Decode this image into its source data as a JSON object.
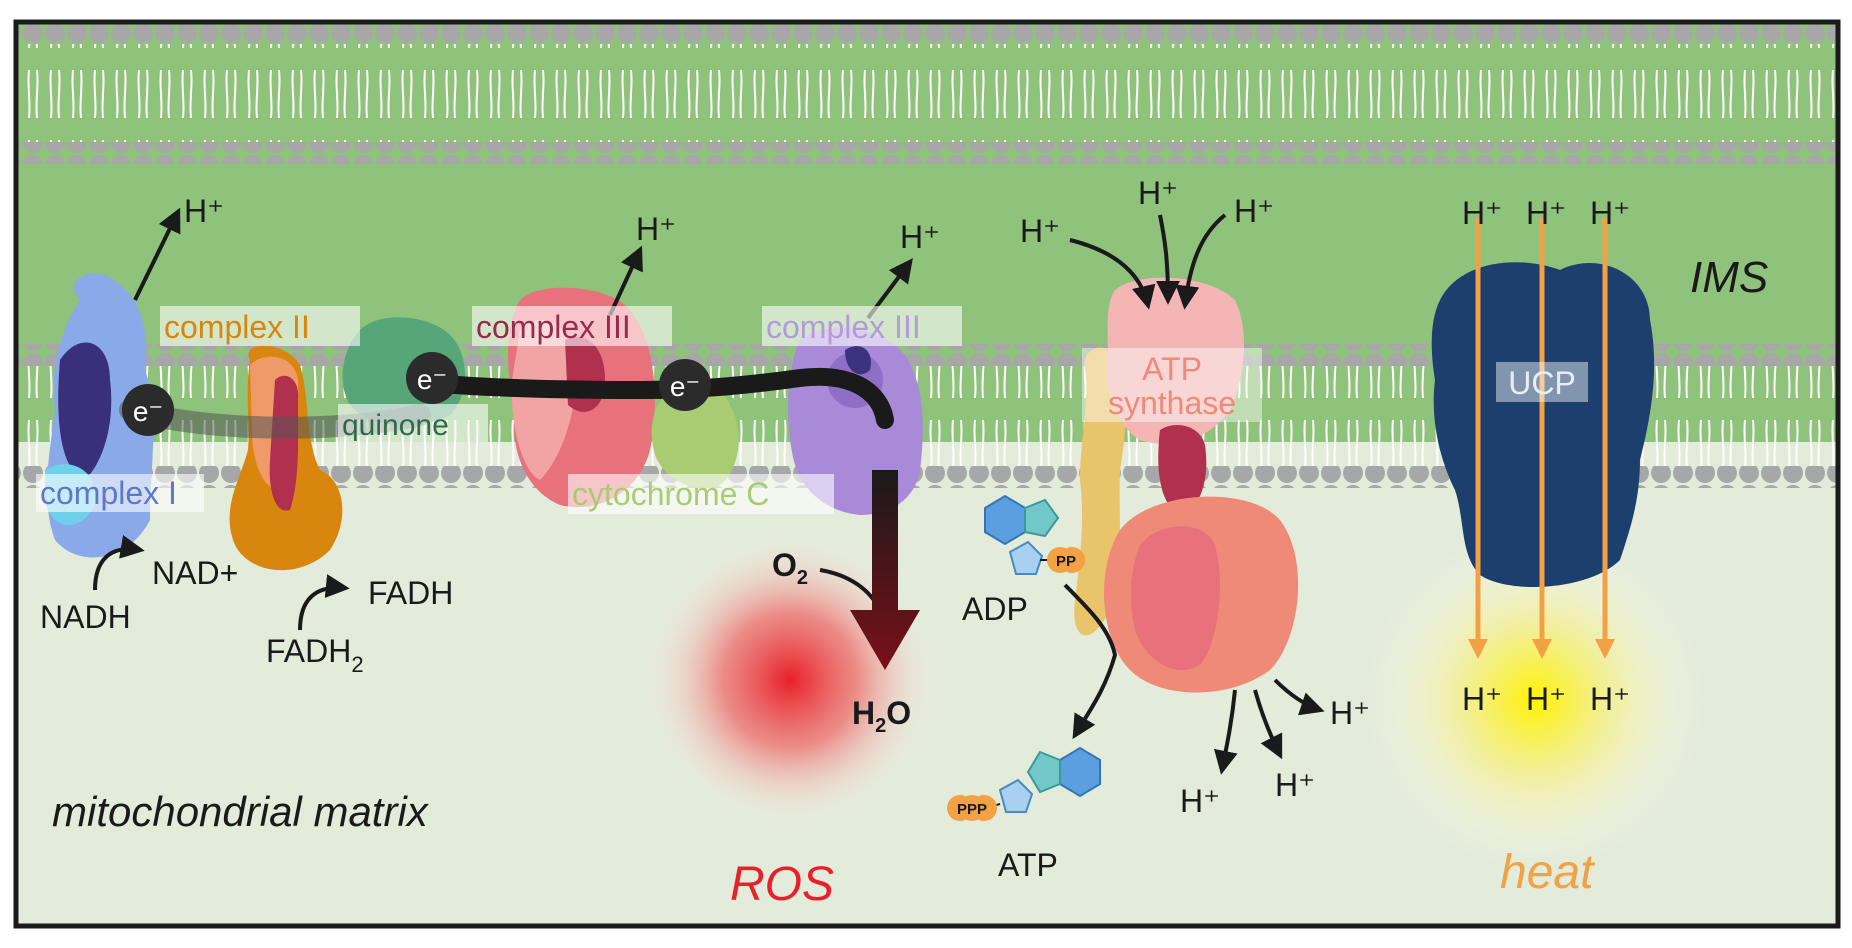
{
  "regions": {
    "ims": "IMS",
    "matrix": "mitochondrial matrix"
  },
  "labels": {
    "complex_1": "complex I",
    "complex_2": "complex II",
    "complex_3a": "complex III",
    "complex_3b": "complex III",
    "quinone": "quinone",
    "cytochrome_c": "cytochrome C",
    "atp_synthase_line1": "ATP",
    "atp_synthase_line2": "synthase",
    "ucp": "UCP",
    "ros": "ROS",
    "heat": "heat"
  },
  "electron": "e⁻",
  "proton": "H⁺",
  "metabolites": {
    "nadh": "NADH",
    "nad_plus": "NAD+",
    "fadh2_base": "FADH",
    "fadh2_sub": "2",
    "fadh": "FADH",
    "o2_base": "O",
    "o2_sub": "2",
    "h2o_h": "H",
    "h2o_sub": "2",
    "h2o_o": "O",
    "adp": "ADP",
    "atp": "ATP",
    "pp": "PP",
    "ppp": "PPP"
  },
  "colors": {
    "ims": "#8fc27a",
    "matrix": "#e3ebda",
    "complex_1": "#8aa9e8",
    "complex_2": "#d9860e",
    "complex_3": "#e8727c",
    "quinone": "#56a67a",
    "cytochrome_c": "#a9cc72",
    "complex_4": "#a98ad9",
    "atp_synthase": "#f08a78",
    "ucp": "#1d3f6e",
    "ros": "#e8202a",
    "heat": "#f2a244"
  }
}
